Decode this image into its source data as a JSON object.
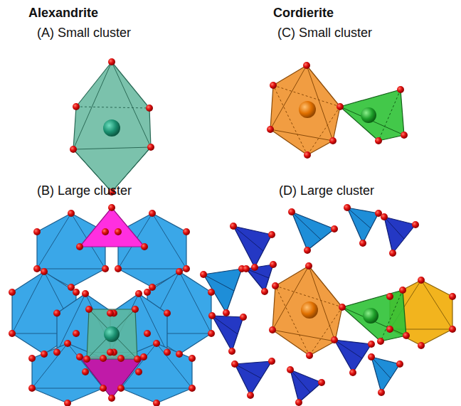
{
  "diagram": {
    "labels": [
      "Alexandrite",
      "Cordierite",
      "(A) Small cluster",
      "(B) Large cluster",
      "(C) Small cluster",
      "(D) Large cluster"
    ]
  }
}
